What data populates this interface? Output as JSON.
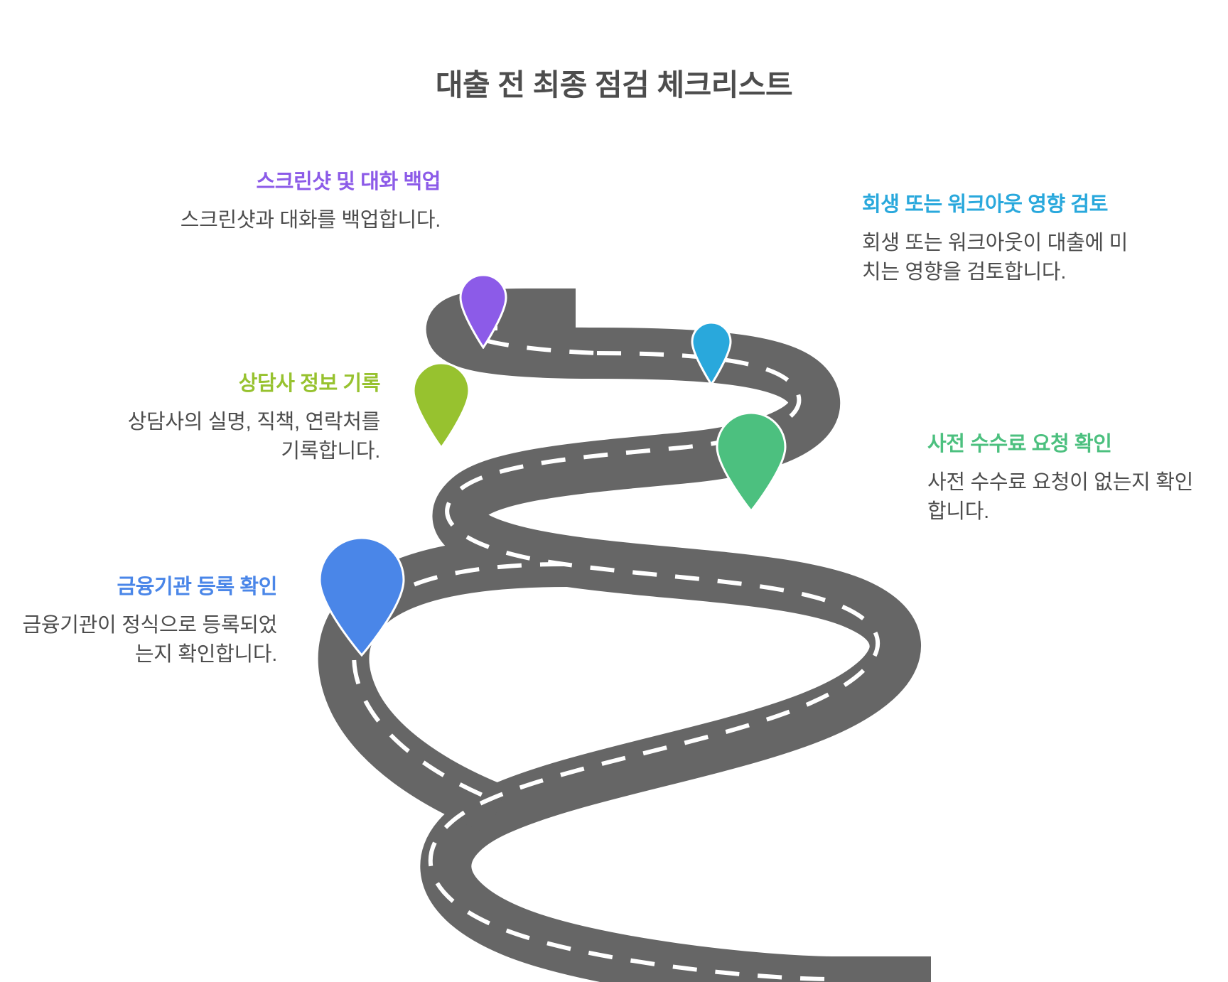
{
  "page": {
    "title": "대출 전 최종 점검 체크리스트",
    "background_color": "#ffffff",
    "text_color": "#4d4d4d",
    "road_color": "#666666",
    "road_dash_color": "#ffffff"
  },
  "steps": [
    {
      "id": "screenshot-backup",
      "heading": "스크린샷 및 대화 백업",
      "body": "스크린샷과 대화를 백업합니다.",
      "color": "#8c5be8",
      "pin_name": "pin-purple",
      "side": "left"
    },
    {
      "id": "counselor-record",
      "heading": "상담사 정보 기록",
      "body": "상담사의 실명, 직책, 연락처를 기록합니다.",
      "color": "#97c22f",
      "pin_name": "pin-green-olive",
      "side": "left"
    },
    {
      "id": "institution-registration",
      "heading": "금융기관 등록 확인",
      "body": "금융기관이 정식으로 등록되었는지 확인합니다.",
      "color": "#4a86e8",
      "pin_name": "pin-blue",
      "side": "left"
    },
    {
      "id": "rehabilitation-review",
      "heading": "회생 또는 워크아웃 영향 검토",
      "body": "회생 또는 워크아웃이 대출에 미치는 영향을 검토합니다.",
      "color": "#29a8dc",
      "pin_name": "pin-cyan",
      "side": "right"
    },
    {
      "id": "upfront-fee-check",
      "heading": "사전 수수료 요청 확인",
      "body": "사전 수수료 요청이 없는지 확인합니다.",
      "color": "#4cc07f",
      "pin_name": "pin-green-emerald",
      "side": "right"
    }
  ]
}
